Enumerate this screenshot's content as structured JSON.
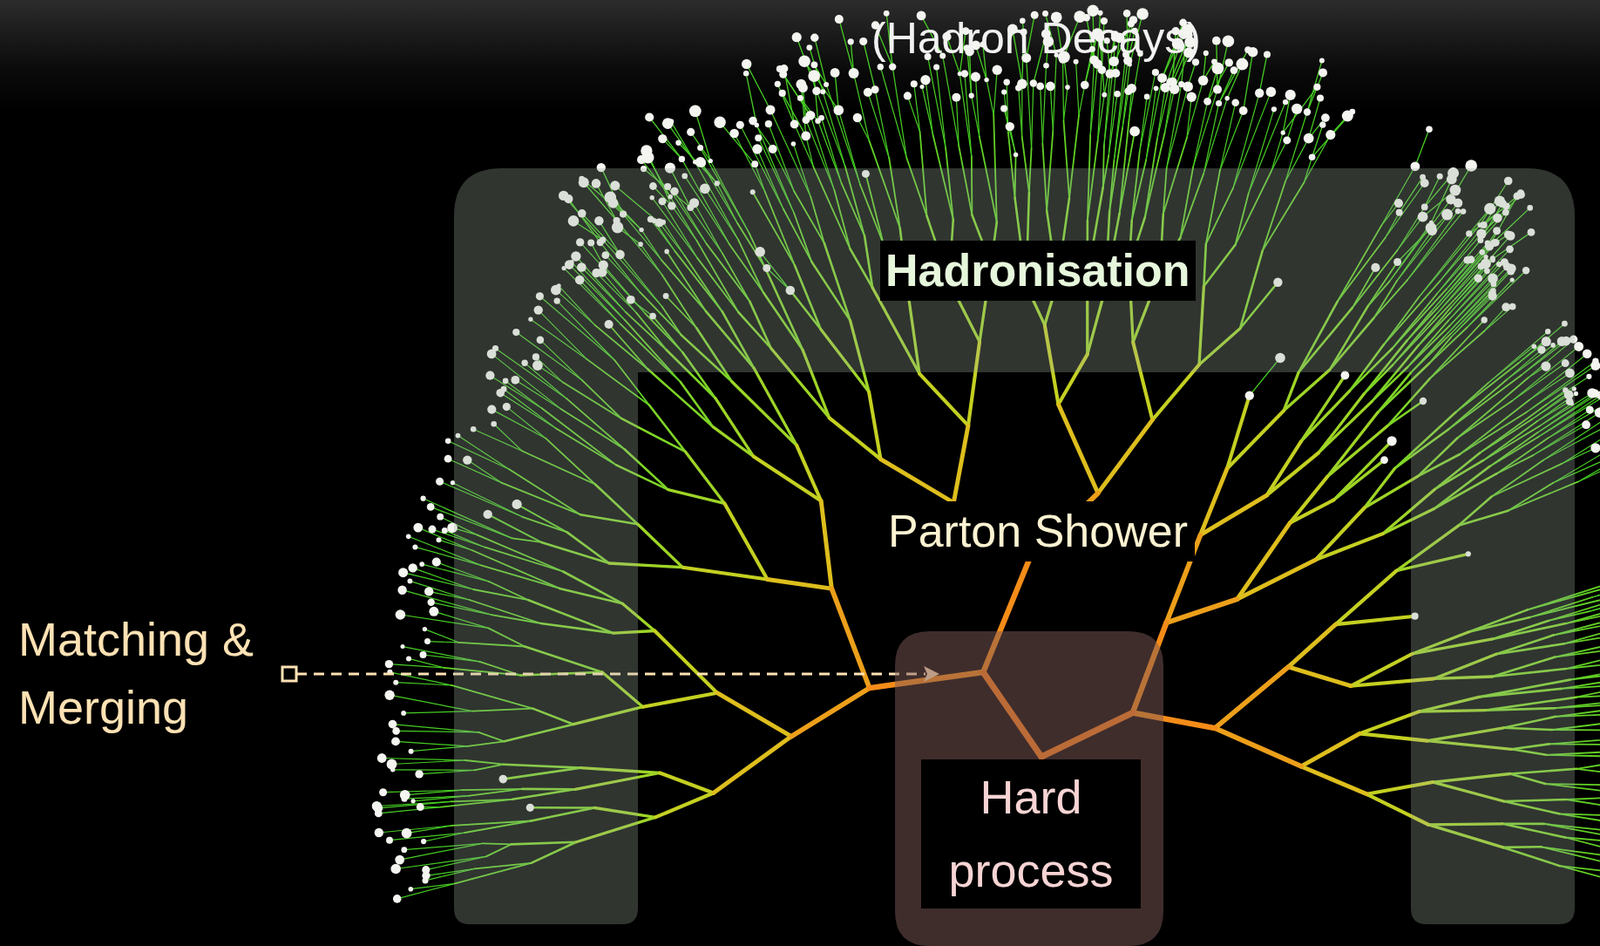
{
  "diagram": {
    "nodes": [
      {
        "text": [
          "Hadronisation"
        ]
      },
      {
        "text": [
          "Hard process"
        ]
      }
    ],
    "labels": [
      "(Hadron Decays)",
      "Parton Shower",
      "Matching & Merging"
    ]
  }
}
